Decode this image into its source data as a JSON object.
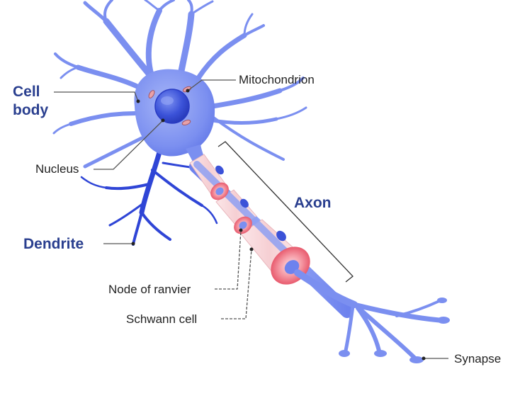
{
  "labels": {
    "cell_body_line1": "Cell",
    "cell_body_line2": "body",
    "nucleus": "Nucleus",
    "mitochondrion": "Mitochondrion",
    "axon": "Axon",
    "dendrite": "Dendrite",
    "node_of_ranvier": "Node of ranvier",
    "schwann_cell": "Schwann cell",
    "synapse": "Synapse"
  },
  "colors": {
    "neuron_fill": "#7b8ff0",
    "neuron_dark": "#2f45d6",
    "nucleus_fill": "#3b52d8",
    "myelin_fill": "#f8d8da",
    "node_ring": "#ee6f7e",
    "label_dark_blue": "#2a3f8f",
    "label_text": "#222222"
  }
}
